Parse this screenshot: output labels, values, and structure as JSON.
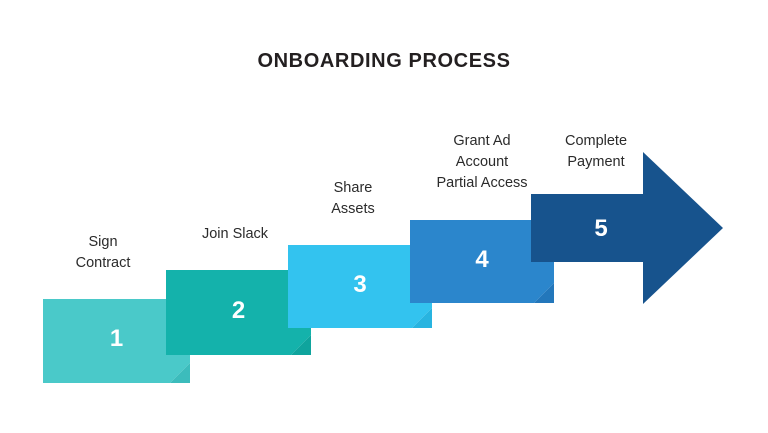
{
  "title": "ONBOARDING PROCESS",
  "background_color": "#ffffff",
  "title_color": "#231f20",
  "number_color": "#ffffff",
  "label_color": "#2b2b2b",
  "chart_data": {
    "type": "bar",
    "title": "ONBOARDING PROCESS",
    "subtitle": "",
    "xlabel": "",
    "ylabel": "",
    "categories": [
      "Sign Contract",
      "Join Slack",
      "Share Assets",
      "Grant Ad Account Partial Access",
      "Complete Payment"
    ],
    "values": [
      1,
      2,
      3,
      4,
      5
    ],
    "grid": false,
    "legend": "none",
    "note": "Ascending staircase of five overlapping blocks, final step drawn as a right-pointing arrow."
  },
  "steps": [
    {
      "number": "1",
      "label": "Sign\nContract",
      "color": "#4ac9c9",
      "fold_color": "#3cbcbc",
      "shape": "block"
    },
    {
      "number": "2",
      "label": "Join Slack",
      "color": "#14b2ab",
      "fold_color": "#0fa49d",
      "shape": "block"
    },
    {
      "number": "3",
      "label": "Share\nAssets",
      "color": "#33c3ef",
      "fold_color": "#28b4e0",
      "shape": "block"
    },
    {
      "number": "4",
      "label": "Grant Ad\nAccount\nPartial Access",
      "color": "#2b86cc",
      "fold_color": "#2377bb",
      "shape": "block"
    },
    {
      "number": "5",
      "label": "Complete\nPayment",
      "color": "#17538d",
      "fold_color": "#17538d",
      "shape": "arrow"
    }
  ]
}
